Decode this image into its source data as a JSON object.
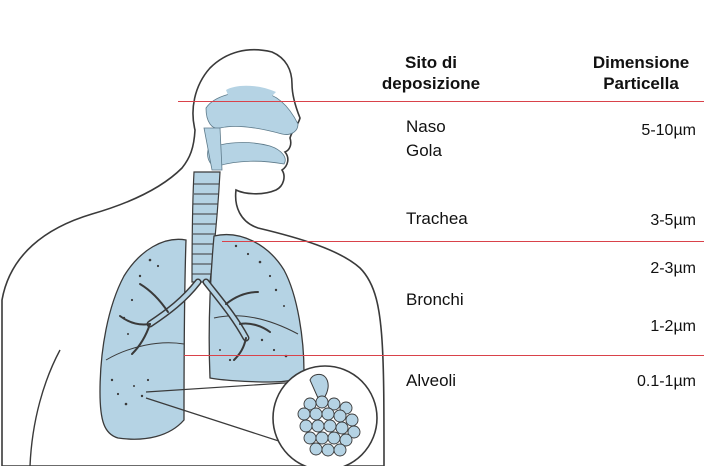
{
  "headers": {
    "site_line1": "Sito di",
    "site_line2": "deposizione",
    "size_line1": "Dimensione",
    "size_line2": "Particella"
  },
  "rows": [
    {
      "site": "Naso",
      "size": "5-10µm"
    },
    {
      "site": "Gola",
      "size": ""
    },
    {
      "site": "Trachea",
      "size": "3-5µm"
    },
    {
      "site": "Bronchi",
      "size_upper": "2-3µm",
      "size_lower": "1-2µm"
    },
    {
      "site": "Alveoli",
      "size": "0.1-1µm"
    }
  ],
  "colors": {
    "airway_fill": "#b5d3e4",
    "outline": "#3a3a3a",
    "divider": "#d9424a"
  }
}
